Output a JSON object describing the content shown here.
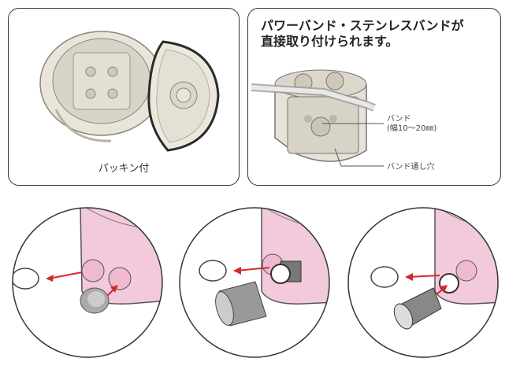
{
  "packing_panel": {
    "caption": "パッキン付"
  },
  "band_panel": {
    "title_line1": "パワーバンド・ステンレスバンドが",
    "title_line2": "直接取り付けられます。",
    "callout_band_line1": "バンド",
    "callout_band_line2": "(幅10〜20㎜)",
    "callout_hole": "バンド通し穴"
  },
  "colors": {
    "box_beige": "#e9e5db",
    "box_pink": "#f3c9dc",
    "arrow_red": "#d8262e",
    "outline": "#333333"
  }
}
